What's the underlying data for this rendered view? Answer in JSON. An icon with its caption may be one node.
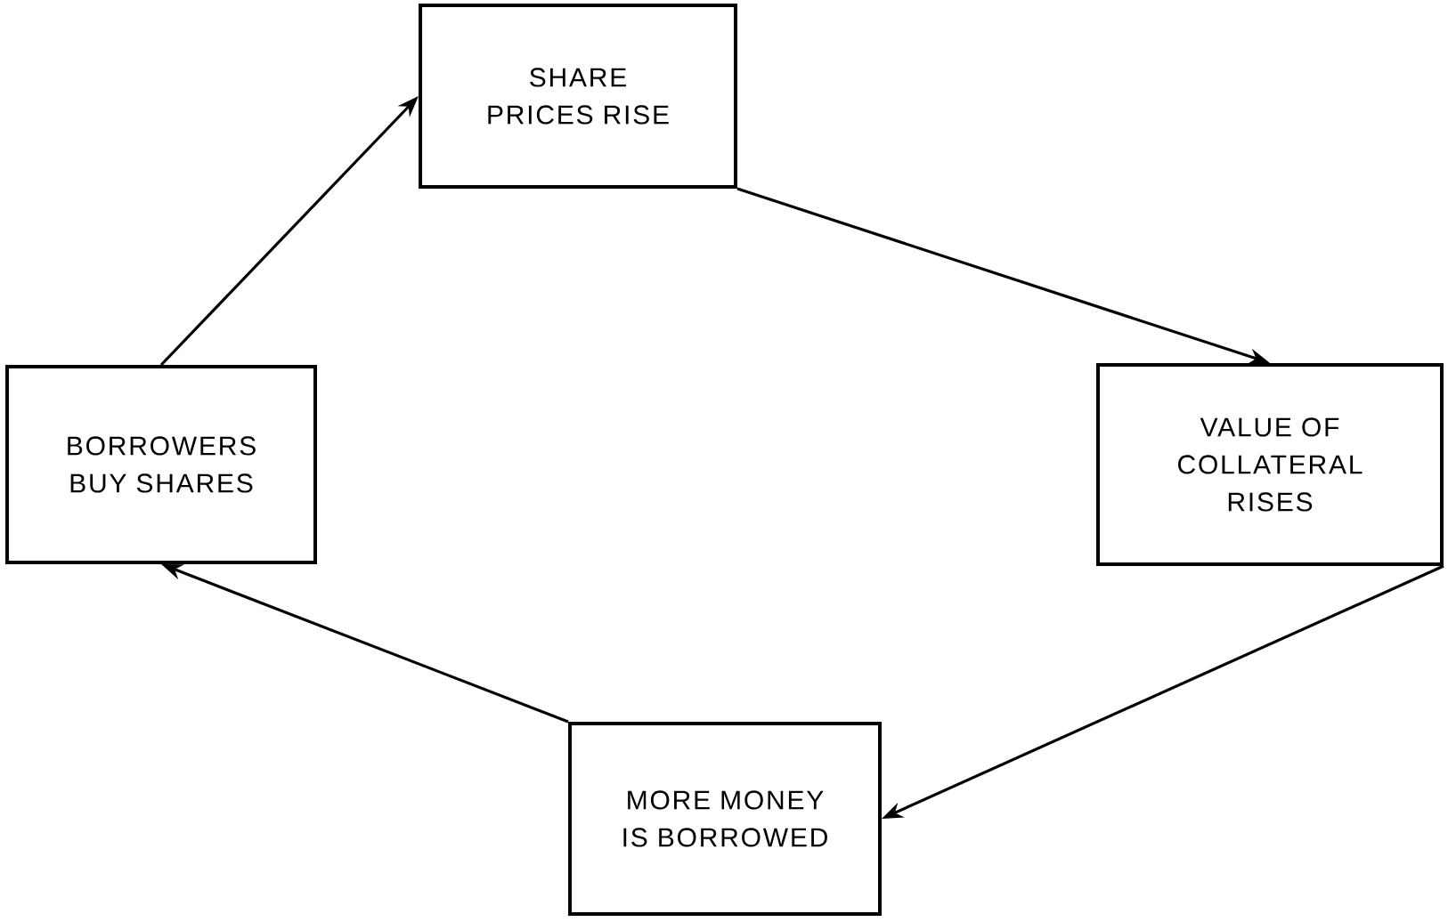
{
  "diagram": {
    "nodes": [
      {
        "text": [
          "SHARE PRICES RISE"
        ]
      },
      {
        "text": [
          "VALUE OF COLLATERAL RISES"
        ]
      },
      {
        "text": [
          "MORE MONEY IS BORROWED"
        ]
      },
      {
        "text": [
          "BORROWERS BUY SHARES"
        ]
      }
    ],
    "edges": [
      {
        "from": 3,
        "to": 0,
        "arrow": "to"
      },
      {
        "from": 0,
        "to": 1,
        "arrow": "to"
      },
      {
        "from": 1,
        "to": 2,
        "arrow": "to"
      },
      {
        "from": 2,
        "to": 3,
        "arrow": "to"
      }
    ]
  }
}
